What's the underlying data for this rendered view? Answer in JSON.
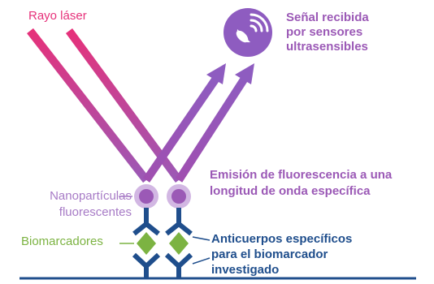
{
  "labels": {
    "laser": "Rayo láser",
    "signal_l1": "Señal recibida",
    "signal_l2": "por sensores",
    "signal_l3": "ultrasensibles",
    "emission_l1": "Emisión de fluorescencia a una",
    "emission_l2": "longitud de onda específica",
    "nano_l1": "Nanopartículas",
    "nano_l2": "fluorescentes",
    "biomarkers": "Biomarcadores",
    "antibodies_l1": "Anticuerpos específicos",
    "antibodies_l2": "para el biomarcador",
    "antibodies_l3": "investigado"
  },
  "icons": {
    "signal": "satellite-dish-icon"
  },
  "colors": {
    "laser": "#e6317a",
    "emission": "#9b59b6",
    "nanoparticle": "#a77bc6",
    "antibody": "#1f4e8c",
    "biomarker": "#7cb342",
    "baseline": "#1f4e8c"
  }
}
